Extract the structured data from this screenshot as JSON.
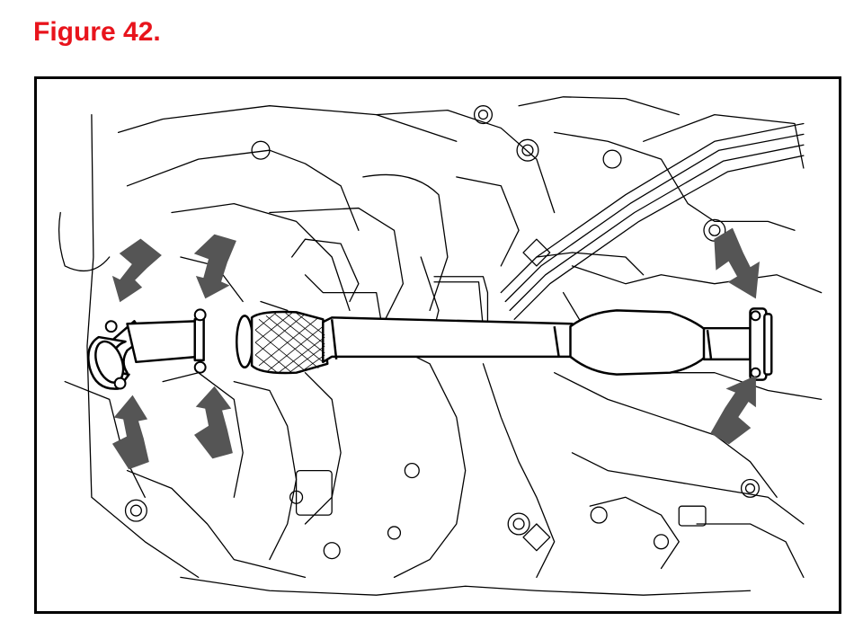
{
  "figure": {
    "title": "Figure 42.",
    "title_color": "#e8141c"
  },
  "diagram": {
    "line_color": "#000000",
    "arrow_color": "#555555",
    "callout_arrows": [
      {
        "target": "front-flange-upper-bolt-left"
      },
      {
        "target": "front-flange-upper-bolt-right"
      },
      {
        "target": "front-flange-lower-bolt-left"
      },
      {
        "target": "front-flange-lower-bolt-right"
      },
      {
        "target": "rear-flange-upper-nut"
      },
      {
        "target": "rear-flange-lower-nut"
      }
    ]
  }
}
